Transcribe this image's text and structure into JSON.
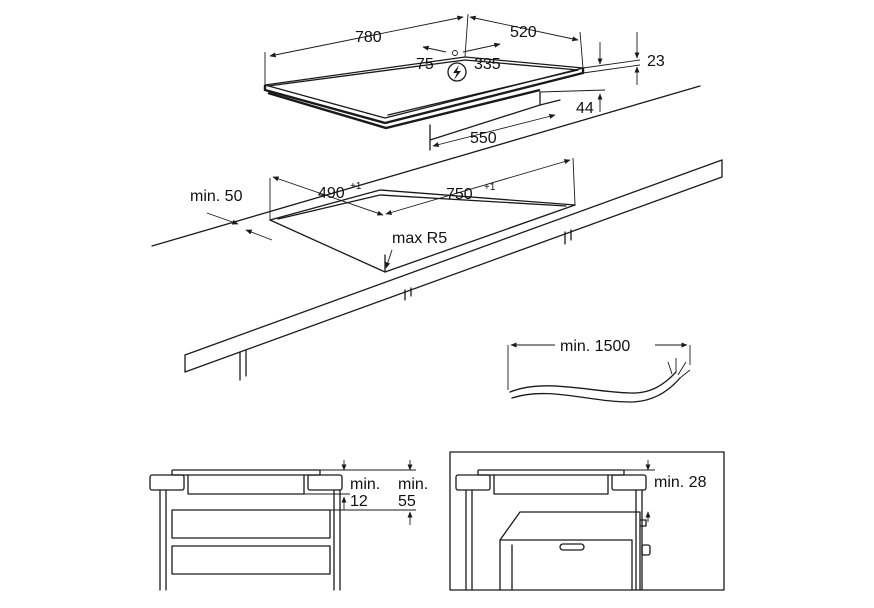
{
  "labels": {
    "width": "780",
    "depth": "520",
    "offset_left": "75",
    "offset_right": "335",
    "thickness": "23",
    "under_height": "44",
    "under_depth": "550",
    "min_side": "min. 50",
    "cut_depth": "490",
    "cut_width": "750",
    "tolerance": "+1",
    "radius": "max R5",
    "cable": "min. 1500",
    "gap_12_line1": "min.",
    "gap_12_line2": "12",
    "gap_55_line1": "min.",
    "gap_55_line2": "55",
    "gap_28": "min. 28"
  },
  "icons": {
    "power": "lightning-bolt-icon"
  },
  "colors": {
    "line": "#1a1a1a",
    "background": "#ffffff"
  }
}
